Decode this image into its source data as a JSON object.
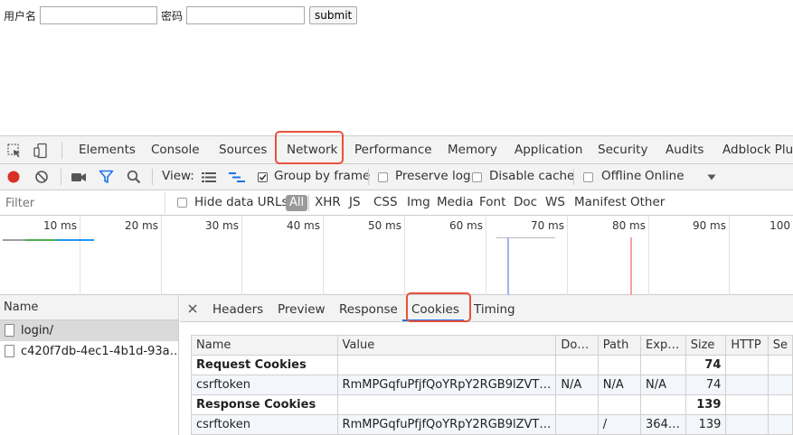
{
  "form": {
    "username_label": "用户名",
    "username_value": "",
    "password_label": "密码",
    "password_value": "",
    "submit_label": "submit"
  },
  "devtools": {
    "tabs": [
      "Elements",
      "Console",
      "Sources",
      "Network",
      "Performance",
      "Memory",
      "Application",
      "Security",
      "Audits",
      "Adblock Plus"
    ],
    "active_tab": "Network",
    "toolbar": {
      "view_label": "View:",
      "group_by_frame": "Group by frame",
      "group_by_frame_checked": true,
      "preserve_log": "Preserve log",
      "disable_cache": "Disable cache",
      "offline": "Offline",
      "throttle": "Online"
    },
    "filter": {
      "placeholder": "Filter",
      "hide_data_urls": "Hide data URLs",
      "types": [
        "All",
        "XHR",
        "JS",
        "CSS",
        "Img",
        "Media",
        "Font",
        "Doc",
        "WS",
        "Manifest",
        "Other"
      ],
      "active_type": "All"
    },
    "overview_ticks": [
      "10 ms",
      "20 ms",
      "30 ms",
      "40 ms",
      "50 ms",
      "60 ms",
      "70 ms",
      "80 ms",
      "90 ms",
      "100"
    ],
    "requests": {
      "header": "Name",
      "items": [
        "login/",
        "c420f7db-4ec1-4b1d-93a…"
      ]
    },
    "detail_tabs": [
      "Headers",
      "Preview",
      "Response",
      "Cookies",
      "Timing"
    ],
    "active_detail_tab": "Cookies",
    "cookies": {
      "columns": [
        "Name",
        "Value",
        "Do…",
        "Path",
        "Exp…",
        "Size",
        "HTTP",
        "Se"
      ],
      "request_group": {
        "label": "Request Cookies",
        "size": "74"
      },
      "request_rows": [
        {
          "name": "csrftoken",
          "value": "RmMPGqfuPfjfQoYRpY2RGB9lZVT…",
          "domain": "N/A",
          "path": "N/A",
          "expires": "N/A",
          "size": "74",
          "http": "",
          "secure": ""
        }
      ],
      "response_group": {
        "label": "Response Cookies",
        "size": "139"
      },
      "response_rows": [
        {
          "name": "csrftoken",
          "value": "RmMPGqfuPfjfQoYRpY2RGB9lZVT…",
          "domain": "",
          "path": "/",
          "expires": "364…",
          "size": "139",
          "http": "",
          "secure": ""
        }
      ]
    },
    "colors": {
      "record": "#d93025",
      "highlight": "#e8513b",
      "accent": "#1a73e8",
      "filter_icon": "#1a73e8"
    }
  }
}
